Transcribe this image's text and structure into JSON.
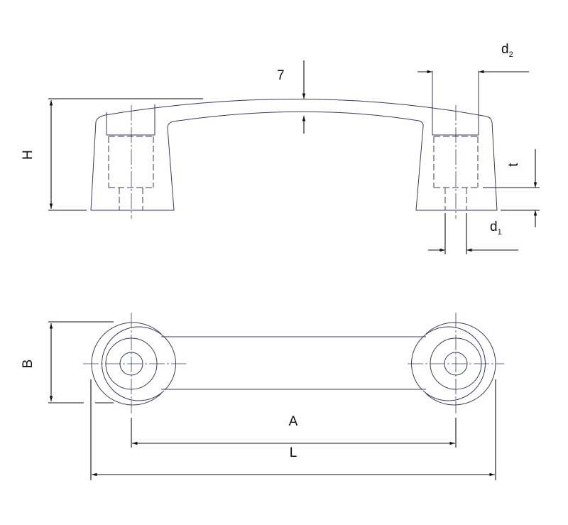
{
  "drawing": {
    "colors": {
      "outline": "#3a3a5c",
      "dimension": "#111111"
    },
    "labels": {
      "H": "H",
      "thickness": "7",
      "d2": "d",
      "d2_sub": "2",
      "d1": "d",
      "d1_sub": "1",
      "t": "t",
      "B": "B",
      "A": "A",
      "L": "L"
    }
  }
}
